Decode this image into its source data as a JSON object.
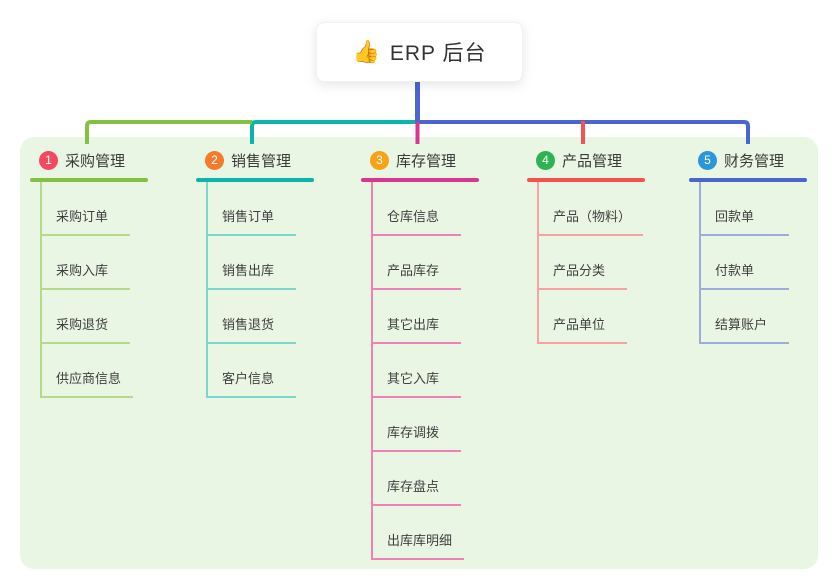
{
  "root": {
    "icon": "👍",
    "icon_name": "thumbs-up-icon",
    "title": "ERP 后台"
  },
  "colors": {
    "root_line": "#4a66d1",
    "panel_bg": "#eaf6e4"
  },
  "branches": [
    {
      "badge": "1",
      "title": "采购管理",
      "color": "#84c043",
      "badge_color": "#f5495f",
      "child_line_color": "#b5da8c",
      "children": [
        "采购订单",
        "采购入库",
        "采购退货",
        "供应商信息"
      ]
    },
    {
      "badge": "2",
      "title": "销售管理",
      "color": "#0ab5a9",
      "badge_color": "#f57a2c",
      "child_line_color": "#7ed5cb",
      "children": [
        "销售订单",
        "销售出库",
        "销售退货",
        "客户信息"
      ]
    },
    {
      "badge": "3",
      "title": "库存管理",
      "color": "#d9368f",
      "badge_color": "#f7a219",
      "child_line_color": "#ee82b8",
      "children": [
        "仓库信息",
        "产品库存",
        "其它出库",
        "其它入库",
        "库存调拨",
        "库存盘点",
        "出库库明细"
      ]
    },
    {
      "badge": "4",
      "title": "产品管理",
      "color": "#f8504f",
      "badge_color": "#2db356",
      "child_line_color": "#f8a3a3",
      "children": [
        "产品（物料）",
        "产品分类",
        "产品单位"
      ]
    },
    {
      "badge": "5",
      "title": "财务管理",
      "color": "#4a65ce",
      "badge_color": "#2b96d8",
      "child_line_color": "#9badd8",
      "children": [
        "回款单",
        "付款单",
        "结算账户"
      ]
    }
  ]
}
